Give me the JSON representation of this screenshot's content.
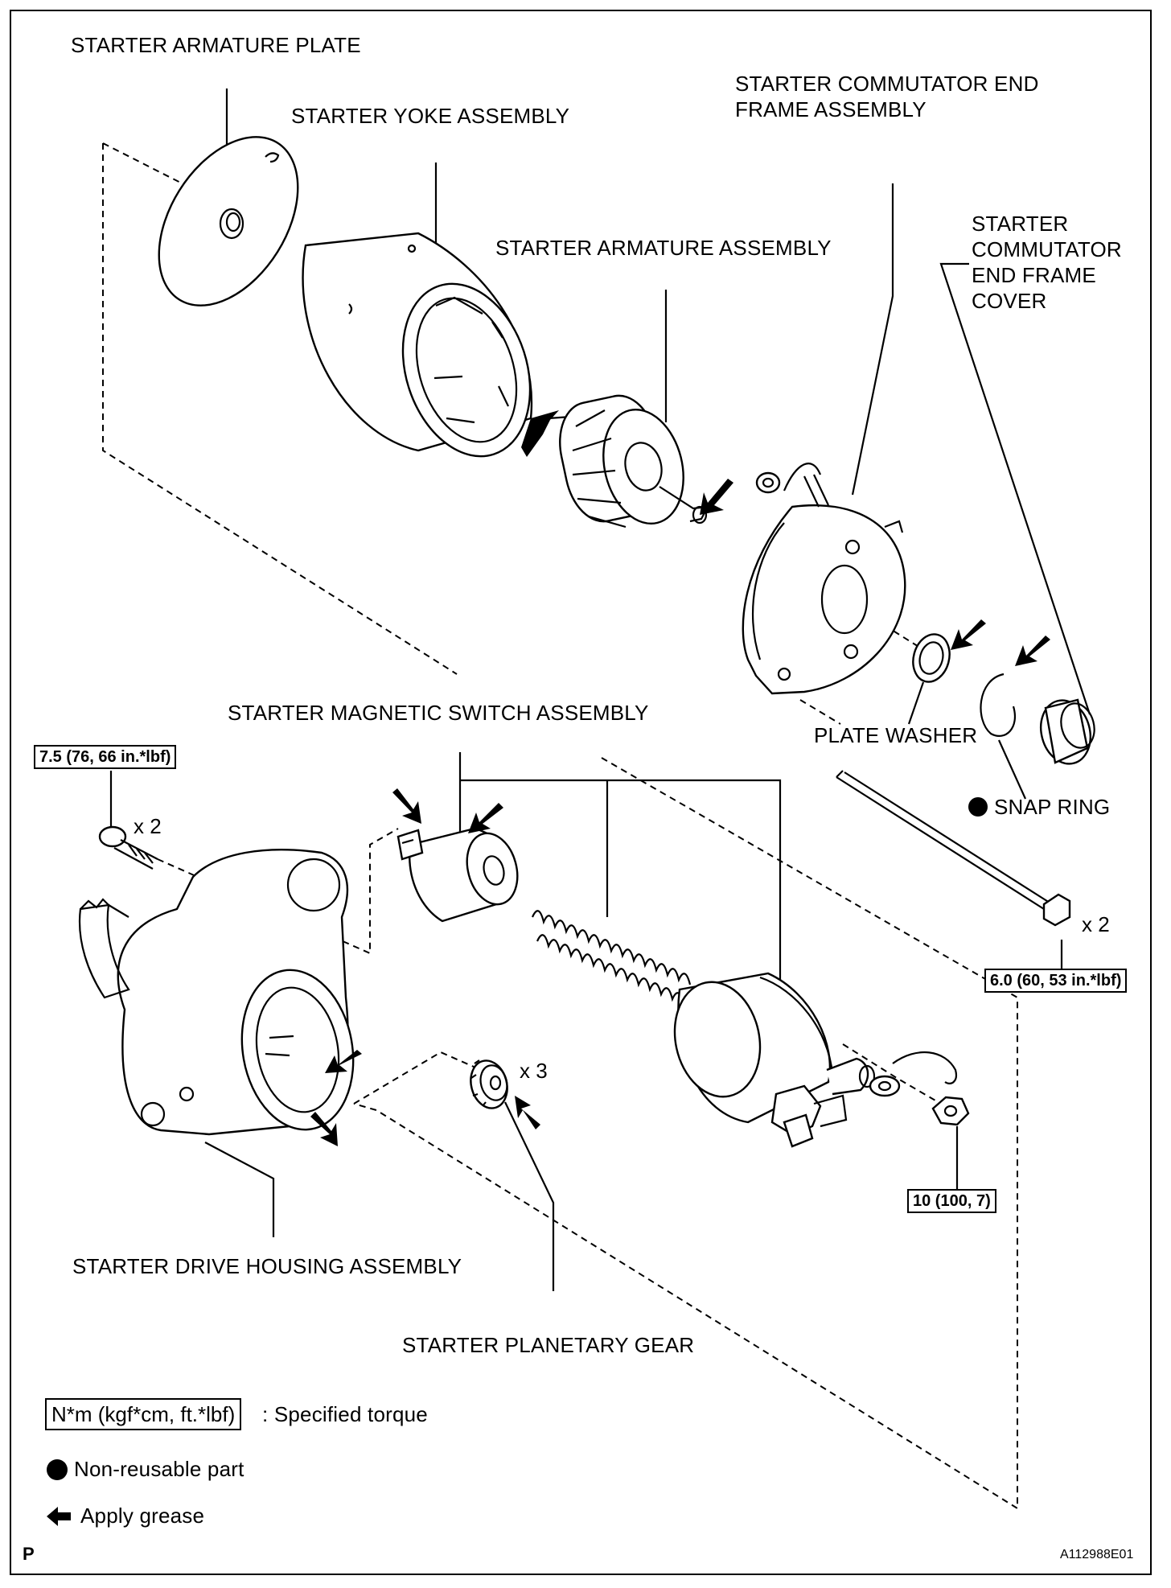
{
  "labels": {
    "armature_plate": "STARTER ARMATURE PLATE",
    "yoke_assembly": "STARTER YOKE ASSEMBLY",
    "armature_assembly": "STARTER ARMATURE ASSEMBLY",
    "commutator_end_frame_line1": "STARTER COMMUTATOR END",
    "commutator_end_frame_line2": "FRAME ASSEMBLY",
    "end_frame_cover_line1": "STARTER",
    "end_frame_cover_line2": "COMMUTATOR",
    "end_frame_cover_line3": "END FRAME",
    "end_frame_cover_line4": "COVER",
    "magnetic_switch": "STARTER MAGNETIC SWITCH ASSEMBLY",
    "plate_washer": "PLATE WASHER",
    "snap_ring": "SNAP RING",
    "drive_housing": "STARTER DRIVE HOUSING ASSEMBLY",
    "planetary_gear": "STARTER PLANETARY GEAR"
  },
  "torques": {
    "bolt_housing": "7.5 (76, 66 in.*lbf)",
    "through_bolt": "6.0 (60, 53 in.*lbf)",
    "terminal_nut": "10 (100, 7)"
  },
  "quantities": {
    "housing_bolt": "x 2",
    "through_bolt": "x 2",
    "planetary_gear": "x 3"
  },
  "legend": {
    "torque_unit": "N*m (kgf*cm, ft.*lbf)",
    "torque_desc": ": Specified torque",
    "non_reusable": "Non-reusable part",
    "apply_grease": "Apply grease"
  },
  "footer": {
    "left_mark": "P",
    "figure_id": "A112988E01"
  },
  "icons": {
    "non_reusable": "filled-circle-icon",
    "grease": "grease-arrow-icon"
  }
}
